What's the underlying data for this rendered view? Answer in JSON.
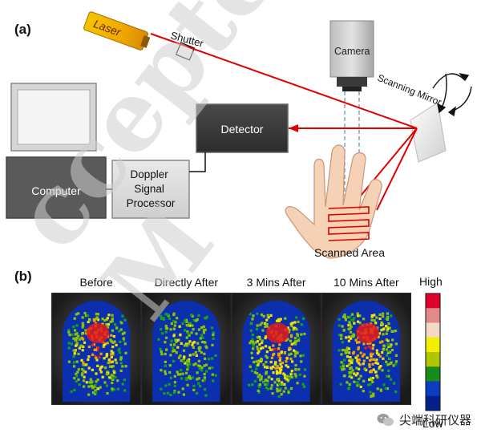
{
  "panel_a": {
    "label": "(a)",
    "laser_label": "Laser",
    "shutter_label": "Shutter",
    "camera_label": "Camera",
    "mirror_label": "Scanning Mirror",
    "detector_label": "Detector",
    "computer_label": "Computer",
    "processor_label": [
      "Doppler",
      "Signal",
      "Processor"
    ],
    "scanned_area_label": "Scanned Area"
  },
  "panel_b": {
    "label": "(b)",
    "images": [
      {
        "title": "Before",
        "intensity": 0.85
      },
      {
        "title": "Directly After",
        "intensity": 0.45
      },
      {
        "title": "3 Mins After",
        "intensity": 0.8
      },
      {
        "title": "10 Mins After",
        "intensity": 0.85
      }
    ],
    "scale_high": "High",
    "scale_low": "Low",
    "scale_colors": [
      "#e0002a",
      "#e08a8a",
      "#f3d9c6",
      "#f2ee00",
      "#aec700",
      "#1a8b1a",
      "#0d3dbf",
      "#06208a"
    ]
  },
  "watermark_text": "ccepted M",
  "wechat_label": "尖端科研仪器"
}
